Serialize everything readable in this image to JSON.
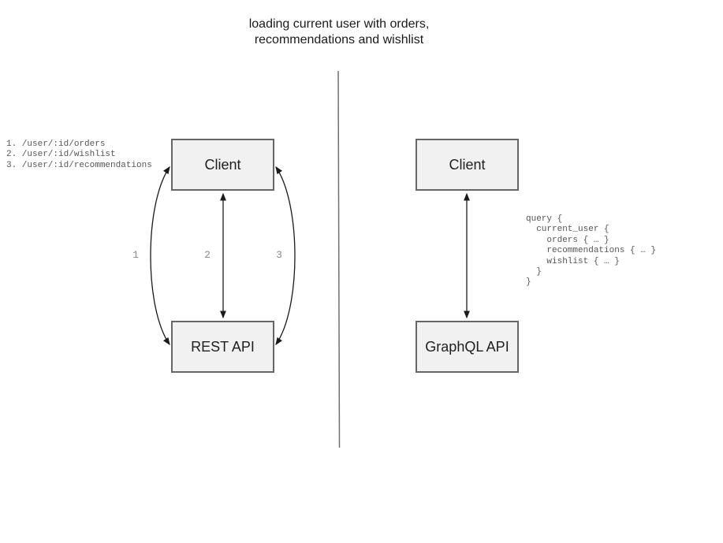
{
  "title": "loading current user with orders,\nrecommendations and wishlist",
  "rest_panel": {
    "endpoints_list": "1. /user/:id/orders\n2. /user/:id/wishlist\n3. /user/:id/recommendations",
    "client_box_label": "Client",
    "api_box_label": "REST API",
    "arrow_labels": [
      "1",
      "2",
      "3"
    ]
  },
  "graphql_panel": {
    "client_box_label": "Client",
    "api_box_label": "GraphQL API",
    "query_code": "query {\n  current_user {\n    orders { … }\n    recommendations { … }\n    wishlist { … }\n  }\n}"
  },
  "colors": {
    "box_fill": "#f1f1f1",
    "box_border": "#666666",
    "arrow": "#1a1a1a",
    "divider": "#707070",
    "arrow_label_gray": "#8a8a8a",
    "code_gray": "#565656",
    "title_text": "#1a1a1a",
    "background": "#ffffff"
  }
}
